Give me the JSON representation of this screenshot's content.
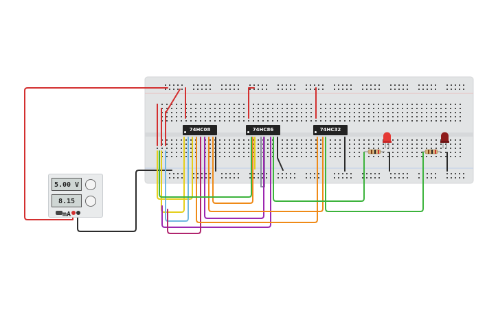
{
  "power_supply": {
    "voltage": "5.00 V",
    "current": "8.15 mA"
  },
  "chips": [
    {
      "id": "chip1",
      "label": "74HC08"
    },
    {
      "id": "chip2",
      "label": "74HC86"
    },
    {
      "id": "chip3",
      "label": "74HC32"
    }
  ],
  "leds": [
    {
      "id": "led1",
      "color": "#e53935"
    },
    {
      "id": "led2",
      "color": "#8e1b1b"
    }
  ],
  "colors": {
    "board": "#e2e4e5",
    "wire_red": "#d32f2f",
    "wire_black": "#2b2b2b",
    "wire_green": "#3bb33b",
    "wire_orange": "#ef8a17",
    "wire_yellow": "#e4cf1a",
    "wire_purple": "#9c27b0",
    "wire_magenta": "#b0246e",
    "wire_blue": "#6fb7e0",
    "wire_gray": "#8a8aa0"
  }
}
